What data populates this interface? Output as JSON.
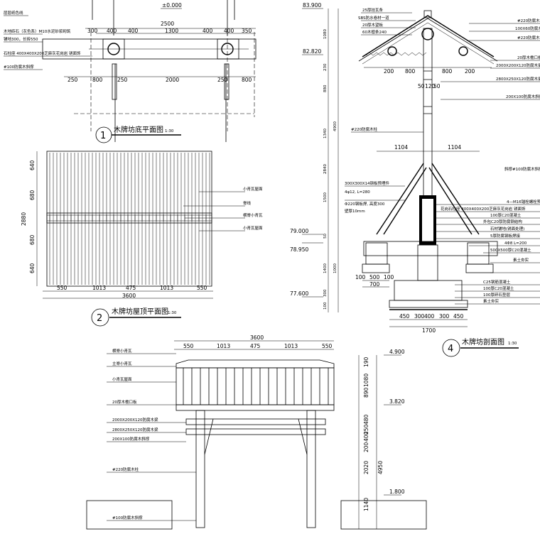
{
  "drawing1": {
    "number": "1",
    "title": "木牌坊底平面图",
    "scale": "1:30",
    "elev": "±0.000",
    "top_dims": [
      "300",
      "400",
      "400",
      "1300",
      "400",
      "400",
      "350"
    ],
    "overall": "2500",
    "bottom_dims": [
      "250",
      "800",
      "250",
      "2000",
      "250",
      "800"
    ],
    "notes": [
      "层层纸色线",
      "木地砖石（灰色系）M10水泥砂浆砌筑",
      "铺地300，长砖550",
      "石柱座 400X400X200芝麻灰花岗岩 锈面饰",
      "#100防腐木斜撑"
    ]
  },
  "drawing2": {
    "number": "2",
    "title": "木牌坊屋顶平面图",
    "scale": "1:30",
    "left_dims": [
      "640",
      "680",
      "2880",
      "680",
      "640"
    ],
    "bottom_dims": [
      "550",
      "1013",
      "475",
      "1013",
      "550"
    ],
    "overall": "3600",
    "leaders": [
      "小青瓦屋面",
      "脊线",
      "横脊小青瓦",
      "小青瓦屋面"
    ]
  },
  "drawing3": {
    "overall": "3600",
    "top_dims": [
      "550",
      "1013",
      "475",
      "1013",
      "550"
    ],
    "labels": [
      "横脊小青瓦",
      "主脊小青瓦",
      "小青瓦屋面",
      "20厚木檐口板",
      "2000X200X120防腐木梁",
      "2800X250X120防腐木梁",
      "200X100防腐木斜撑",
      "#220防腐木柱",
      "#100防腐木斜撑"
    ],
    "elevs": [
      "4.900",
      "3.820",
      "1.800"
    ],
    "right_dims": [
      "190",
      "1080",
      "890",
      "480",
      "400",
      "200",
      "250",
      "2020",
      "4950",
      "1140"
    ]
  },
  "drawing4": {
    "number": "4",
    "title": "木牌坊剖面图",
    "scale": "1:30",
    "elevs": [
      "83.900",
      "82.820",
      "79.000",
      "78.950",
      "77.600"
    ],
    "left_dims": [
      "1080",
      "230",
      "880",
      "4900",
      "1340",
      "2840",
      "1500",
      "50",
      "1400",
      "1000",
      "300",
      "100"
    ],
    "top_labels": [
      "25厚挂瓦条",
      "SBS防水卷材一道",
      "20厚木望板",
      "60木檩条240"
    ],
    "right_labels": [
      "#220防腐木檩条",
      "100X60防腐木椽",
      "#220防腐木檩条",
      "20厚木檐口板",
      "2000X200X120防腐木梁",
      "2800X250X120防腐木梁",
      "200X100防腐木斜撑"
    ],
    "roof_dims": [
      "200",
      "800",
      "800",
      "200"
    ],
    "post_dims": [
      "50",
      "120",
      "50"
    ],
    "base_dims": [
      "1104",
      "1104"
    ],
    "mid_labels": [
      "#220防腐木柱",
      "300X300X14钢板预埋件",
      "4φ12, L=280",
      "Φ220钢板焊, 高度300",
      "壁厚10mm",
      "斜撑#100防腐木斜撑"
    ],
    "found_labels": [
      "4—M16锚栓螺栓预埋",
      "花岗石柱座 400X400X200芝麻灰花岗岩 锈面饰",
      "100厚C20混凝土",
      "外包C20厚防腐钢结构",
      "石材铺地(锈面处理)",
      "5厚防腐钢板焊接",
      "4Φ8 L=200",
      "500X500厚C20混凝土",
      "素土夯实",
      "C25钢筋混凝土",
      "100厚C20混凝土",
      "100厚碎石垫层",
      "素土夯实"
    ],
    "bottom_dims": [
      "450",
      "300",
      "400",
      "300",
      "450"
    ],
    "bottom_total": "1700",
    "side_dims": [
      "100",
      "500",
      "100",
      "700"
    ]
  }
}
